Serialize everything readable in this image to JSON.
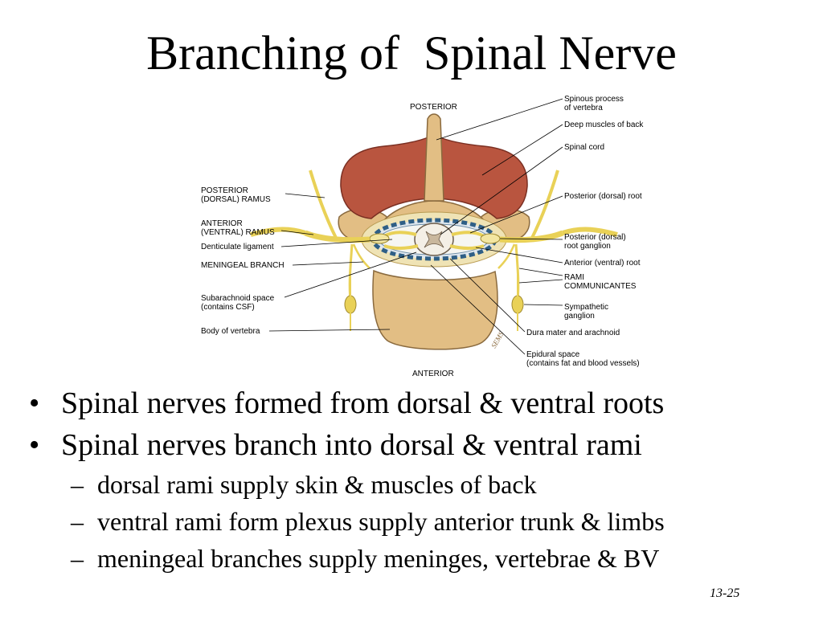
{
  "title": "Branching of  Spinal Nerve",
  "figure": {
    "top_label": "POSTERIOR",
    "bottom_label": "ANTERIOR",
    "left_labels": [
      [
        "POSTERIOR",
        "(DORSAL) RAMUS"
      ],
      [
        "ANTERIOR",
        "(VENTRAL) RAMUS"
      ],
      [
        "Denticulate ligament"
      ],
      [
        "MENINGEAL BRANCH"
      ],
      [
        "Subarachnoid space",
        "(contains CSF)"
      ],
      [
        "Body of vertebra"
      ]
    ],
    "right_labels": [
      [
        "Spinous process",
        "of vertebra"
      ],
      [
        "Deep muscles of back"
      ],
      [
        "Spinal cord"
      ],
      [
        "Posterior (dorsal) root"
      ],
      [
        "Posterior (dorsal)",
        "root ganglion"
      ],
      [
        "Anterior (ventral) root"
      ],
      [
        "RAMI",
        "COMMUNICANTES"
      ],
      [
        "Sympathetic",
        "ganglion"
      ],
      [
        "Dura mater and arachnoid"
      ],
      [
        "Epidural space",
        "(contains fat and blood vessels)"
      ]
    ],
    "signature": "SEMS",
    "colors": {
      "muscle": "#b9553f",
      "bone": "#e2be84",
      "nerve": "#e9d157",
      "dura": "#2f5f86",
      "cord": "#f4efe6"
    }
  },
  "bullets": [
    {
      "text": "Spinal nerves formed from dorsal & ventral roots",
      "subs": []
    },
    {
      "text": "Spinal nerves branch into dorsal & ventral rami",
      "subs": [
        "dorsal rami supply skin & muscles of back",
        "ventral rami form plexus supply anterior trunk & limbs",
        "meningeal branches supply meninges, vertebrae & BV"
      ]
    }
  ],
  "bullet_symbol": "•",
  "sub_bullet_symbol": "–",
  "slide_number": "13-25"
}
